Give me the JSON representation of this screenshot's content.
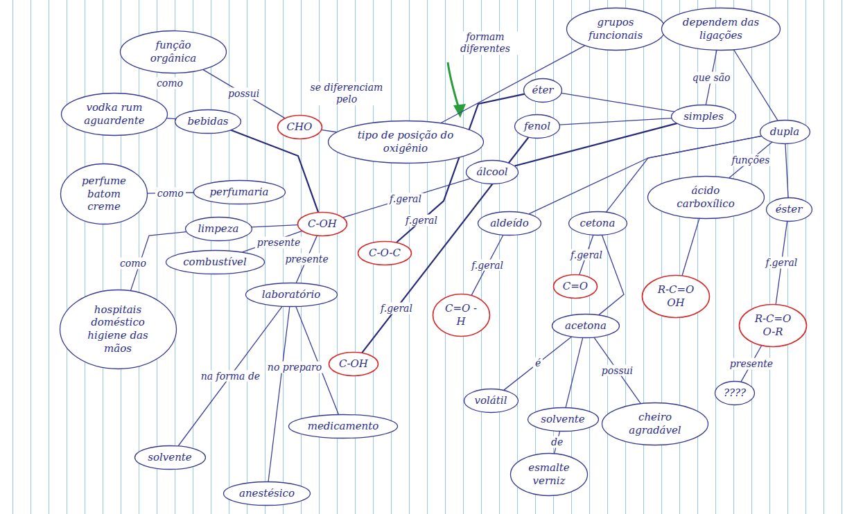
{
  "diagram": {
    "nodes": [
      {
        "text": [
          "função orgânica"
        ]
      },
      {
        "text": [
          "grupos funcionais"
        ]
      },
      {
        "text": [
          "dependem das ligações"
        ]
      },
      {
        "text": [
          "CHO"
        ]
      },
      {
        "text": [
          "tipo de posição do oxigênio"
        ]
      },
      {
        "text": [
          "éter"
        ]
      },
      {
        "text": [
          "vodka rum aguardente"
        ]
      },
      {
        "text": [
          "bebidas"
        ]
      },
      {
        "text": [
          "simples"
        ]
      },
      {
        "text": [
          "fenol"
        ]
      },
      {
        "text": [
          "dupla"
        ]
      },
      {
        "text": [
          "álcool"
        ]
      },
      {
        "text": [
          "perfume batom creme"
        ]
      },
      {
        "text": [
          "perfumaria"
        ]
      },
      {
        "text": [
          "ácido carboxílico"
        ]
      },
      {
        "text": [
          "éster"
        ]
      },
      {
        "text": [
          "C-OH"
        ]
      },
      {
        "text": [
          "cetona"
        ]
      },
      {
        "text": [
          "aldeído"
        ]
      },
      {
        "text": [
          "limpeza"
        ]
      },
      {
        "text": [
          "C-O-C"
        ]
      },
      {
        "text": [
          "combustível"
        ]
      },
      {
        "text": [
          "C=O"
        ]
      },
      {
        "text": [
          "R-C=O OH"
        ]
      },
      {
        "text": [
          "laboratório"
        ]
      },
      {
        "text": [
          "hospitais doméstico higiene das mãos"
        ]
      },
      {
        "text": [
          "C=O -H"
        ]
      },
      {
        "text": [
          "acetona"
        ]
      },
      {
        "text": [
          "R-C=O O-R"
        ]
      },
      {
        "text": [
          "C-OH"
        ]
      },
      {
        "text": [
          "????"
        ]
      },
      {
        "text": [
          "volátil"
        ]
      },
      {
        "text": [
          "solvente"
        ]
      },
      {
        "text": [
          "medicamento"
        ]
      },
      {
        "text": [
          "cheiro agradável"
        ]
      },
      {
        "text": [
          "solvente"
        ]
      },
      {
        "text": [
          "esmalte verniz"
        ]
      },
      {
        "text": [
          "anestésico"
        ]
      }
    ],
    "edges": [
      {
        "from": 0,
        "to": 3,
        "label": "possui",
        "arrow": "none"
      },
      {
        "from": 3,
        "to": 4,
        "label": "se diferenciam pelo",
        "arrow": "none"
      },
      {
        "from": 4,
        "to": 1,
        "label": "formam diferentes",
        "arrow": "none"
      },
      {
        "from": 1,
        "to": 2,
        "arrow": "none"
      },
      {
        "from": 2,
        "to": 8,
        "label": "que são",
        "arrow": "none"
      },
      {
        "from": 2,
        "to": 10,
        "arrow": "none"
      },
      {
        "from": 8,
        "to": 5,
        "arrow": "none"
      },
      {
        "from": 8,
        "to": 9,
        "arrow": "none"
      },
      {
        "from": 8,
        "to": 11,
        "arrow": "none"
      },
      {
        "from": 10,
        "to": 14,
        "label": "funções",
        "arrow": "none"
      },
      {
        "from": 10,
        "to": 15,
        "arrow": "none"
      },
      {
        "from": 10,
        "to": 17,
        "arrow": "none"
      },
      {
        "from": 10,
        "to": 18,
        "arrow": "none"
      },
      {
        "from": 11,
        "to": 16,
        "label": "f.geral",
        "arrow": "none"
      },
      {
        "from": 5,
        "to": 20,
        "label": "f.geral",
        "arrow": "none"
      },
      {
        "from": 9,
        "to": 29,
        "label": "f.geral",
        "arrow": "none"
      },
      {
        "from": 18,
        "to": 26,
        "label": "f.geral",
        "arrow": "none"
      },
      {
        "from": 17,
        "to": 22,
        "label": "f.geral",
        "arrow": "none"
      },
      {
        "from": 14,
        "to": 23,
        "arrow": "none"
      },
      {
        "from": 15,
        "to": 28,
        "label": "f.geral",
        "arrow": "none"
      },
      {
        "from": 7,
        "to": 6,
        "label": "como",
        "arrow": "none"
      },
      {
        "from": 13,
        "to": 12,
        "label": "como",
        "arrow": "none"
      },
      {
        "from": 19,
        "to": 25,
        "label": "como",
        "arrow": "none"
      },
      {
        "from": 16,
        "to": 7,
        "arrow": "none"
      },
      {
        "from": 16,
        "to": 19,
        "arrow": "none"
      },
      {
        "from": 16,
        "to": 21,
        "label": "presente",
        "arrow": "none"
      },
      {
        "from": 16,
        "to": 24,
        "label": "presente",
        "arrow": "none"
      },
      {
        "from": 24,
        "to": 33,
        "label": "no preparo",
        "arrow": "none"
      },
      {
        "from": 24,
        "to": 35,
        "label": "na forma de",
        "arrow": "none"
      },
      {
        "from": 24,
        "to": 37,
        "arrow": "none"
      },
      {
        "from": 27,
        "to": 17,
        "arrow": "none"
      },
      {
        "from": 27,
        "to": 31,
        "label": "é",
        "arrow": "none"
      },
      {
        "from": 27,
        "to": 32,
        "arrow": "none"
      },
      {
        "from": 32,
        "to": 36,
        "label": "de",
        "arrow": "none"
      },
      {
        "from": 27,
        "to": 34,
        "label": "possui",
        "arrow": "none"
      },
      {
        "from": 28,
        "to": 30,
        "label": "presente",
        "arrow": "none"
      }
    ]
  }
}
